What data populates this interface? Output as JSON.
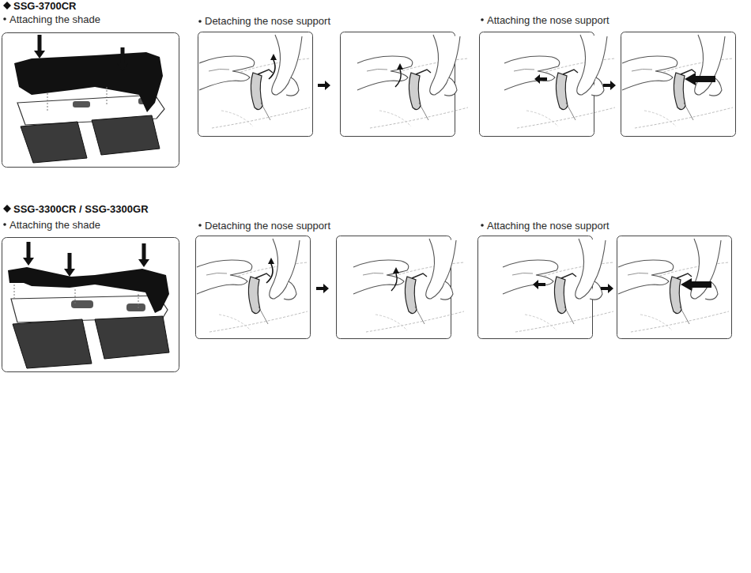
{
  "diagram": {
    "labels": [
      "SSG-3700CR",
      "Attaching the shade",
      "Detaching the nose support",
      "Attaching the nose support",
      "SSG-3300CR / SSG-3300GR",
      "Attaching the shade",
      "Detaching the nose support",
      "Attaching the nose support"
    ]
  }
}
